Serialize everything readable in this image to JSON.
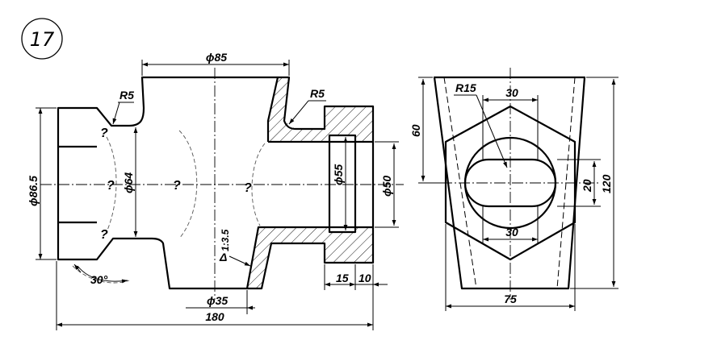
{
  "sheet": {
    "number": "17"
  },
  "dimensions": {
    "d85": "ϕ85",
    "r5_left": "R5",
    "r5_right": "R5",
    "d865": "ϕ86.5",
    "d64": "ϕ64",
    "d55": "ϕ55",
    "d50": "ϕ50",
    "d35": "ϕ35",
    "taper": "1:3.5",
    "angle": "30°",
    "len15": "15",
    "len10": "10",
    "len180": "180",
    "r15": "R15",
    "top30": "30",
    "bottom30": "30",
    "h60": "60",
    "h20": "20",
    "h120": "120",
    "w75": "75"
  },
  "marks": {
    "q1": "?",
    "q2": "?",
    "q3": "?",
    "q4": "?",
    "q5": "?",
    "q6": "?",
    "triangle": "Δ"
  }
}
